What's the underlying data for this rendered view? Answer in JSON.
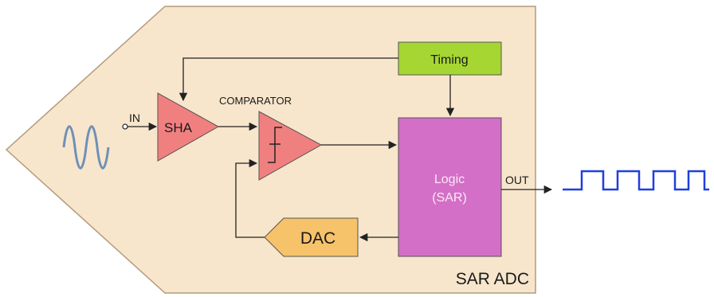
{
  "title": "SAR ADC",
  "blocks": {
    "timing": "Timing",
    "sha": "SHA",
    "comparator": "COMPARATOR",
    "logic_line1": "Logic",
    "logic_line2": "(SAR)",
    "dac": "DAC"
  },
  "ports": {
    "input": "IN",
    "output": "OUT"
  },
  "colors": {
    "housing_fill": "#f7e6cc",
    "housing_stroke": "#b49a7a",
    "timing": "#a6d632",
    "sha": "#f08080",
    "comparator": "#f08080",
    "logic": "#d36fc6",
    "dac": "#f6c36a",
    "input_wave": "#6f8fb8",
    "output_wave": "#1f3fe0"
  }
}
